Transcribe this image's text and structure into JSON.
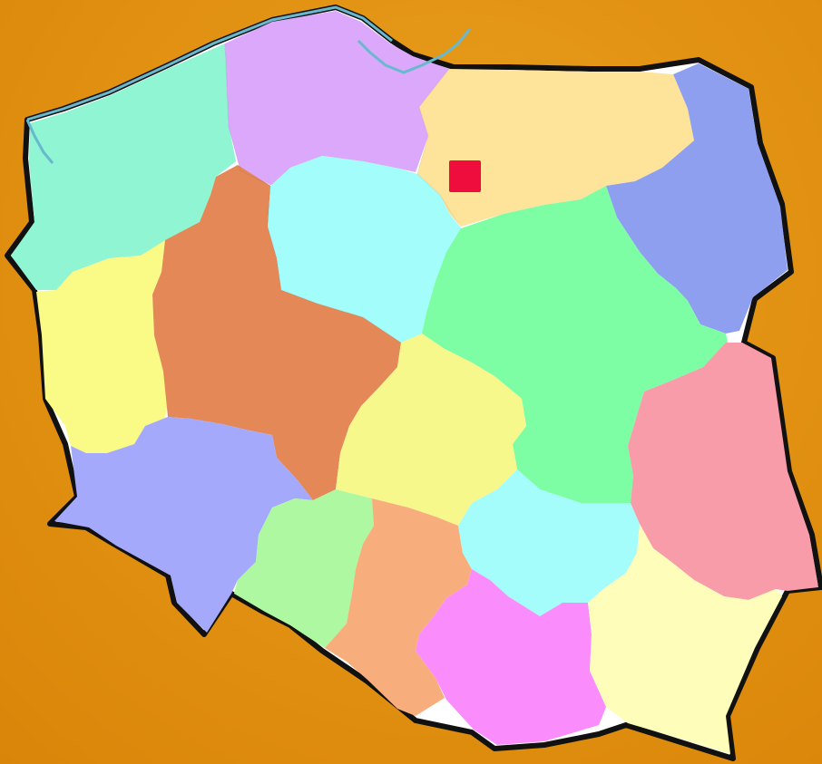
{
  "map": {
    "regions": [
      {
        "id": "zachodniopomorskie",
        "color": "#8ff5d2"
      },
      {
        "id": "pomorskie",
        "color": "#dba8fb"
      },
      {
        "id": "warminsko-mazurskie",
        "color": "#fde49a"
      },
      {
        "id": "podlaskie",
        "color": "#8f9ff0"
      },
      {
        "id": "lubuskie",
        "color": "#fafa86"
      },
      {
        "id": "wielkopolskie",
        "color": "#e48858"
      },
      {
        "id": "kujawsko-pomorskie",
        "color": "#a2fdfb"
      },
      {
        "id": "mazowieckie",
        "color": "#7efea4"
      },
      {
        "id": "lodzkie",
        "color": "#f7f88b"
      },
      {
        "id": "dolnoslaskie",
        "color": "#a4a9fc"
      },
      {
        "id": "opolskie",
        "color": "#adf8a1"
      },
      {
        "id": "slaskie",
        "color": "#f8ae7c"
      },
      {
        "id": "swietokrzyskie",
        "color": "#a5fdfb"
      },
      {
        "id": "lubelskie",
        "color": "#f89ca9"
      },
      {
        "id": "malopolskie",
        "color": "#fb8cfb"
      },
      {
        "id": "podkarpackie",
        "color": "#fefdb9"
      }
    ],
    "marker": {
      "color": "#ef0d3d"
    },
    "border_color": "#111111",
    "coast_color": "#68b9ce"
  }
}
